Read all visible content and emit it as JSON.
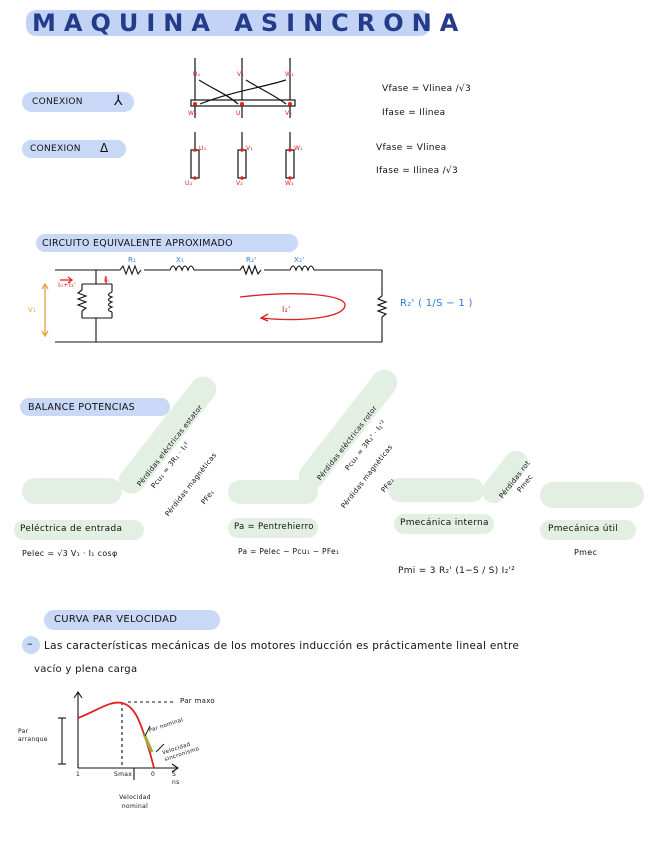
{
  "title": "MAQUINA  ASINCRONA",
  "conexion": {
    "star_label": "CONEXION",
    "star_symbol": "⅄",
    "delta_label": "CONEXION",
    "delta_symbol": "Δ",
    "star_terminals_top": [
      "U₁",
      "V₁",
      "W₁"
    ],
    "star_terminals_bottom": [
      "W₂",
      "U₂",
      "V₂"
    ],
    "delta_terminals_top": [
      "U₁",
      "V₁",
      "W₁"
    ],
    "delta_terminals_bottom": [
      "U₂",
      "V₂",
      "W₂"
    ],
    "star_eq1": "Vfase = Vlinea /√3",
    "star_eq2": "Ifase = Ilinea",
    "delta_eq1": "Vfase = Vlinea",
    "delta_eq2": "Ifase = Ilinea /√3"
  },
  "circuit": {
    "heading": "CIRCUITO  EQUIVALENTE  APROXIMADO",
    "r1": "R₁",
    "x1": "X₁",
    "r2": "R₂'",
    "x2": "X₂'",
    "i_total": "I₀+I₂'",
    "i0": "I₀",
    "v1": "V₁",
    "i2": "I₂'",
    "load": "R₂' ( 1/S − 1 )"
  },
  "balance": {
    "heading": "BALANCE  POTENCIAS",
    "p_in": "Peléctrica de entrada",
    "p_in_eq": "Pelec = √3 V₁ · I₁ cosφ",
    "loss1a": "Pérdidas eléctricas estator",
    "loss1b": "Pcu₁ = 3R₁ · I₁²",
    "loss2a": "Pérdidas magnéticas",
    "loss2b": "PFe₁",
    "p_gap": "Pa = Pentrehierro",
    "p_gap_eq": "Pa = Pelec − Pcu₁ − PFe₁",
    "loss3a": "Pérdidas eléctricas rotor",
    "loss3b": "Pcu₂ = 3R₂' · I₂'²",
    "loss4a": "Pérdidas magnéticas",
    "loss4b": "PFe₂",
    "p_mec_int": "Pmecánica interna",
    "p_mec_int_eq": "Pmi = 3 R₂' (1−S / S) I₂'²",
    "loss5a": "Pérdidas rot",
    "loss5b": "Pmec",
    "p_out": "Pmecánica útil",
    "p_out_b": "Pmec"
  },
  "curve": {
    "heading": "CURVA  PAR  VELOCIDAD",
    "bullet": "–",
    "text_line1": "Las características mecánicas de los motores inducción es prácticamente lineal entre",
    "text_line2": "vacío y plena carga",
    "par_max": "Par maxo",
    "par_arranque": "Par arranque",
    "par_nominal": "Par nominal",
    "velocidad_sincronismo": "Velocidad sincronismo",
    "velocidad_nominal": "Velocidad nominal",
    "tick_1": "1",
    "tick_smax": "Smax",
    "tick_0": "0",
    "tick_s": "S",
    "tick_ns": "ns"
  }
}
